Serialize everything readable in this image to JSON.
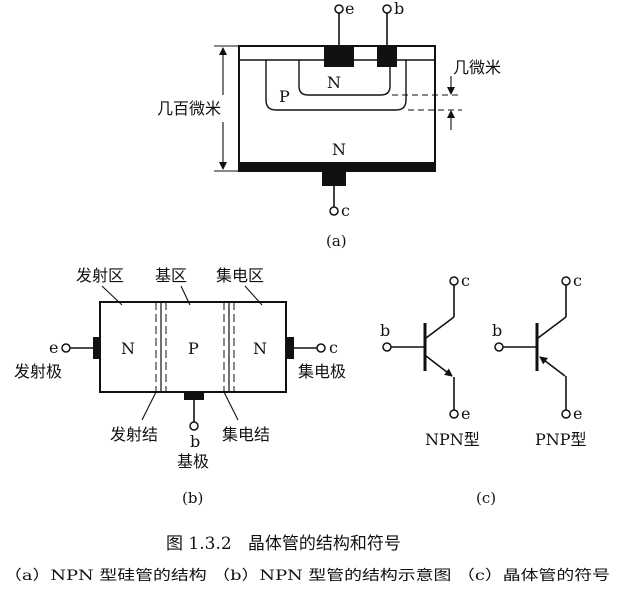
{
  "figure": {
    "title": "图 1.3.2   晶体管的结构和符号",
    "subtitle": "（a）NPN 型硅管的结构  （b）NPN 型管的结构示意图  （c）晶体管的符号"
  },
  "panel_a": {
    "caption": "(a)",
    "terminal_e": "e",
    "terminal_b": "b",
    "terminal_c": "c",
    "region_n_top": "N",
    "region_p": "P",
    "region_n_bottom": "N",
    "dim_hundreds_microns": "几百微米",
    "dim_few_microns": "几微米"
  },
  "panel_b": {
    "caption": "(b)",
    "region_emitter": "发射区",
    "region_base": "基区",
    "region_collector": "集电区",
    "label_n_left": "N",
    "label_p": "P",
    "label_n_right": "N",
    "terminal_e": "e",
    "terminal_c": "c",
    "terminal_b": "b",
    "electrode_emitter": "发射极",
    "electrode_collector": "集电极",
    "electrode_base": "基极",
    "junction_emitter": "发射结",
    "junction_collector": "集电结"
  },
  "panel_c": {
    "caption": "(c)",
    "npn": {
      "c": "c",
      "b": "b",
      "e": "e",
      "name": "NPN型"
    },
    "pnp": {
      "c": "c",
      "b": "b",
      "e": "e",
      "name": "PNP型"
    }
  }
}
